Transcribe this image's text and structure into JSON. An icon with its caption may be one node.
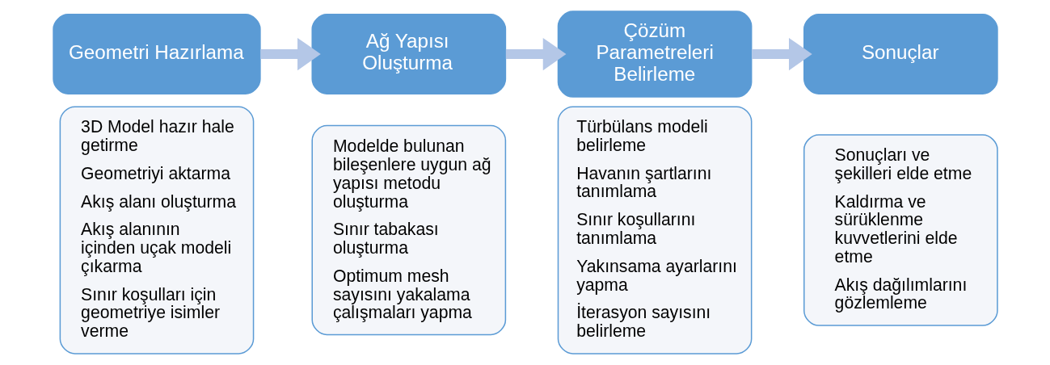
{
  "diagram": {
    "nodes": [
      {
        "text": [
          "Geometri Hazırlama"
        ]
      },
      {
        "text": [
          "3D Model hazır hale getirme",
          "Geometriyi aktarma",
          "Akış alanı oluşturma",
          "Akış alanının içinden uçak modeli çıkarma",
          "Sınır koşulları için geometriye isimler verme"
        ]
      },
      {
        "text": [
          "Ağ Yapısı Oluşturma"
        ]
      },
      {
        "text": [
          "Modelde bulunan bileşenlere uygun ağ yapısı metodu oluşturma",
          "Sınır tabakası oluşturma",
          "Optimum mesh sayısını yakalama çalışmaları yapma"
        ]
      },
      {
        "text": [
          "Çözüm Parametreleri Belirleme"
        ]
      },
      {
        "text": [
          "Türbülans modeli belirleme",
          "Havanın şartlarını tanımlama",
          "Sınır koşullarını tanımlama",
          "Yakınsama ayarlarını yapma",
          "İterasyon sayısını belirleme"
        ]
      },
      {
        "text": [
          "Sonuçlar"
        ]
      },
      {
        "text": [
          "Sonuçları ve şekilleri elde etme",
          "Kaldırma ve sürüklenme kuvvetlerini elde etme",
          "Akış dağılımlarını gözlemleme"
        ]
      }
    ],
    "edges": [
      {
        "from": 0,
        "to": 2,
        "arrow": "to"
      },
      {
        "from": 2,
        "to": 4,
        "arrow": "to"
      },
      {
        "from": 4,
        "to": 6,
        "arrow": "to"
      }
    ]
  }
}
